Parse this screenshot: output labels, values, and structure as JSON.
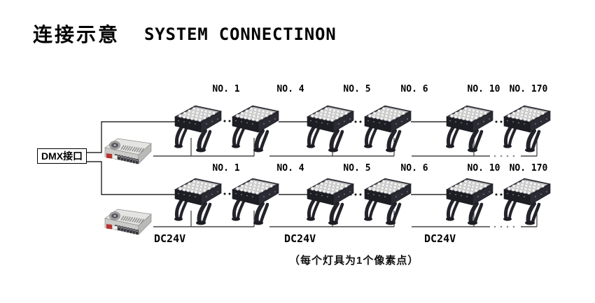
{
  "title": {
    "cn": "连接示意",
    "en": "SYSTEM CONNECTINON"
  },
  "dmx": {
    "label": "DMX接口"
  },
  "rows": [
    {
      "name": "top-light-run",
      "fixture_labels": [
        "NO. 1",
        "NO. 4",
        "NO. 5",
        "NO. 6",
        "NO. 10",
        "NO. 170"
      ]
    },
    {
      "name": "bottom-light-run",
      "fixture_labels": [
        "NO. 1",
        "NO. 4",
        "NO. 5",
        "NO. 6",
        "NO. 10",
        "NO. 170"
      ]
    }
  ],
  "power_labels": [
    "DC24V",
    "DC24V",
    "DC24V"
  ],
  "note": "（每个灯具为1个像素点）",
  "icons": {
    "fixture": "led-flood-light-icon",
    "psu": "power-supply-icon",
    "fan": "fan-icon",
    "dmx_box": "dmx-interface-box"
  },
  "colors": {
    "signal_line": "#000000",
    "power_bus": "#757575",
    "fixture_body": "#23232b",
    "led_panel": "#d6d6d4",
    "psu_body": "#e4e4e2",
    "psu_label_red": "#b5342e"
  }
}
